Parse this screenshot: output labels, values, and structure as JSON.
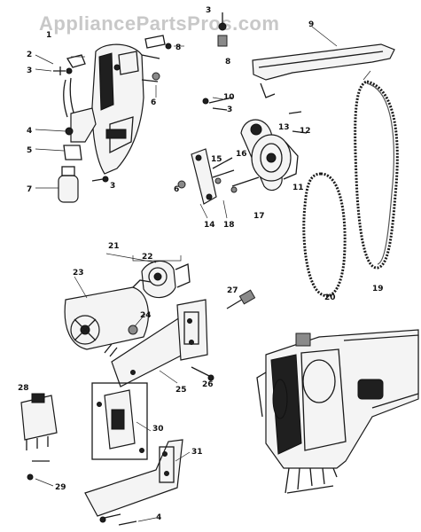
{
  "watermark": "AppliancePartsPros.com",
  "callouts": [
    {
      "id": "c1",
      "text": "1"
    },
    {
      "id": "c2",
      "text": "2"
    },
    {
      "id": "c3a",
      "text": "3"
    },
    {
      "id": "c3b",
      "text": "3"
    },
    {
      "id": "c3c",
      "text": "3"
    },
    {
      "id": "c3d",
      "text": "3"
    },
    {
      "id": "c4a",
      "text": "4"
    },
    {
      "id": "c4b",
      "text": "4"
    },
    {
      "id": "c5",
      "text": "5"
    },
    {
      "id": "c6",
      "text": "6"
    },
    {
      "id": "c7",
      "text": "7"
    },
    {
      "id": "c8a",
      "text": "8"
    },
    {
      "id": "c8b",
      "text": "8"
    },
    {
      "id": "c9",
      "text": "9"
    },
    {
      "id": "c10",
      "text": "10"
    },
    {
      "id": "c11",
      "text": "11"
    },
    {
      "id": "c12",
      "text": "12"
    },
    {
      "id": "c13",
      "text": "13"
    },
    {
      "id": "c14",
      "text": "14"
    },
    {
      "id": "c15",
      "text": "15"
    },
    {
      "id": "c16",
      "text": "16"
    },
    {
      "id": "c17",
      "text": "17"
    },
    {
      "id": "c18",
      "text": "18"
    },
    {
      "id": "c19",
      "text": "19"
    },
    {
      "id": "c20",
      "text": "20"
    },
    {
      "id": "c21",
      "text": "21"
    },
    {
      "id": "c22",
      "text": "22"
    },
    {
      "id": "c23",
      "text": "23"
    },
    {
      "id": "c24",
      "text": "24"
    },
    {
      "id": "c25",
      "text": "25"
    },
    {
      "id": "c26",
      "text": "26"
    },
    {
      "id": "c27",
      "text": "27"
    },
    {
      "id": "c28",
      "text": "28"
    },
    {
      "id": "c29",
      "text": "29"
    },
    {
      "id": "c30",
      "text": "30"
    },
    {
      "id": "c31",
      "text": "31"
    },
    {
      "id": "c6b",
      "text": "6"
    }
  ]
}
